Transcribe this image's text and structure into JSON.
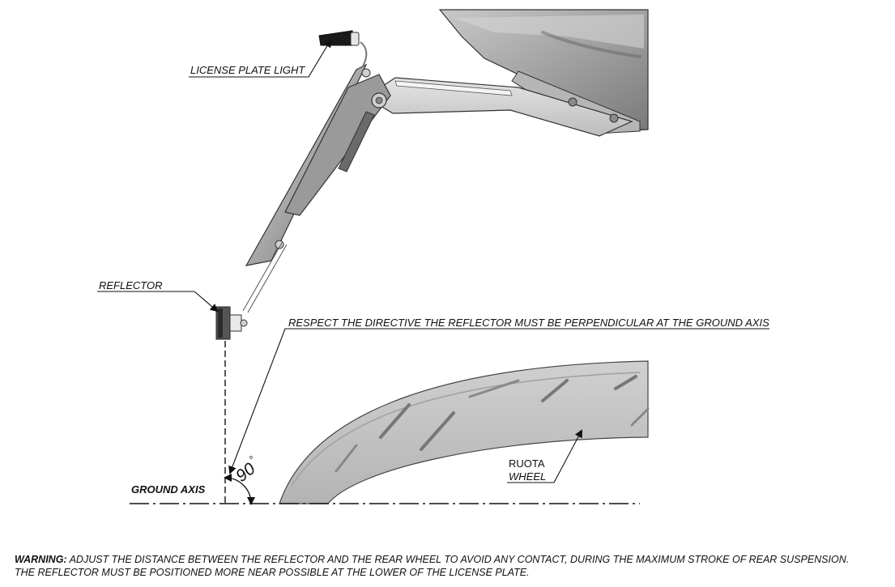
{
  "labels": {
    "license_plate_light": "LICENSE PLATE LIGHT",
    "reflector": "REFLECTOR",
    "directive": "RESPECT THE DIRECTIVE THE REFLECTOR MUST BE PERPENDICULAR AT THE GROUND AXIS",
    "ground_axis": "GROUND AXIS",
    "angle": "90",
    "degree_mark": "°",
    "wheel_it": "RUOTA",
    "wheel_en": "WHEEL"
  },
  "warning": {
    "prefix": "WARNING:",
    "line1": " ADJUST THE DISTANCE BETWEEN THE REFLECTOR AND THE REAR WHEEL TO AVOID ANY CONTACT, DURING THE MAXIMUM STROKE OF REAR SUSPENSION.",
    "line2": "THE REFLECTOR MUST BE POSITIONED MORE NEAR POSSIBLE AT THE LOWER OF THE LICENSE PLATE."
  }
}
